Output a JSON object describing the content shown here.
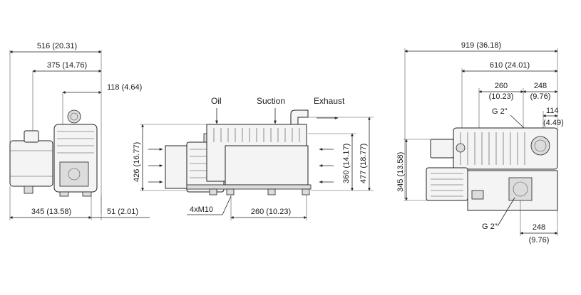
{
  "left_view": {
    "width_total": "516 (20.31)",
    "width_mid": "375 (14.76)",
    "offset_top": "118 (4.64)",
    "width_bottom": "345 (13.58)",
    "offset_bottom": "51 (2.01)"
  },
  "middle_view": {
    "label_oil": "Oil",
    "label_suction": "Suction",
    "label_exhaust": "Exhaust",
    "height_left": "426 (16.77)",
    "height_inner": "360 (14.17)",
    "height_outer": "477 (18.77)",
    "bolts": "4xM10",
    "base_length": "260 (10.23)"
  },
  "right_view": {
    "width_total": "919 (36.18)",
    "width_mid": "610 (24.01)",
    "dim_260_a": "260",
    "dim_260_b": "(10.23)",
    "dim_248_a": "248",
    "dim_248_b": "(9.76)",
    "port_top": "G 2\"",
    "dim_114_a": "114",
    "dim_114_b": "(4.49)",
    "height": "345 (13.58)",
    "port_bottom": "G 2\"",
    "dim_248_bottom_a": "248",
    "dim_248_bottom_b": "(9.76)"
  }
}
